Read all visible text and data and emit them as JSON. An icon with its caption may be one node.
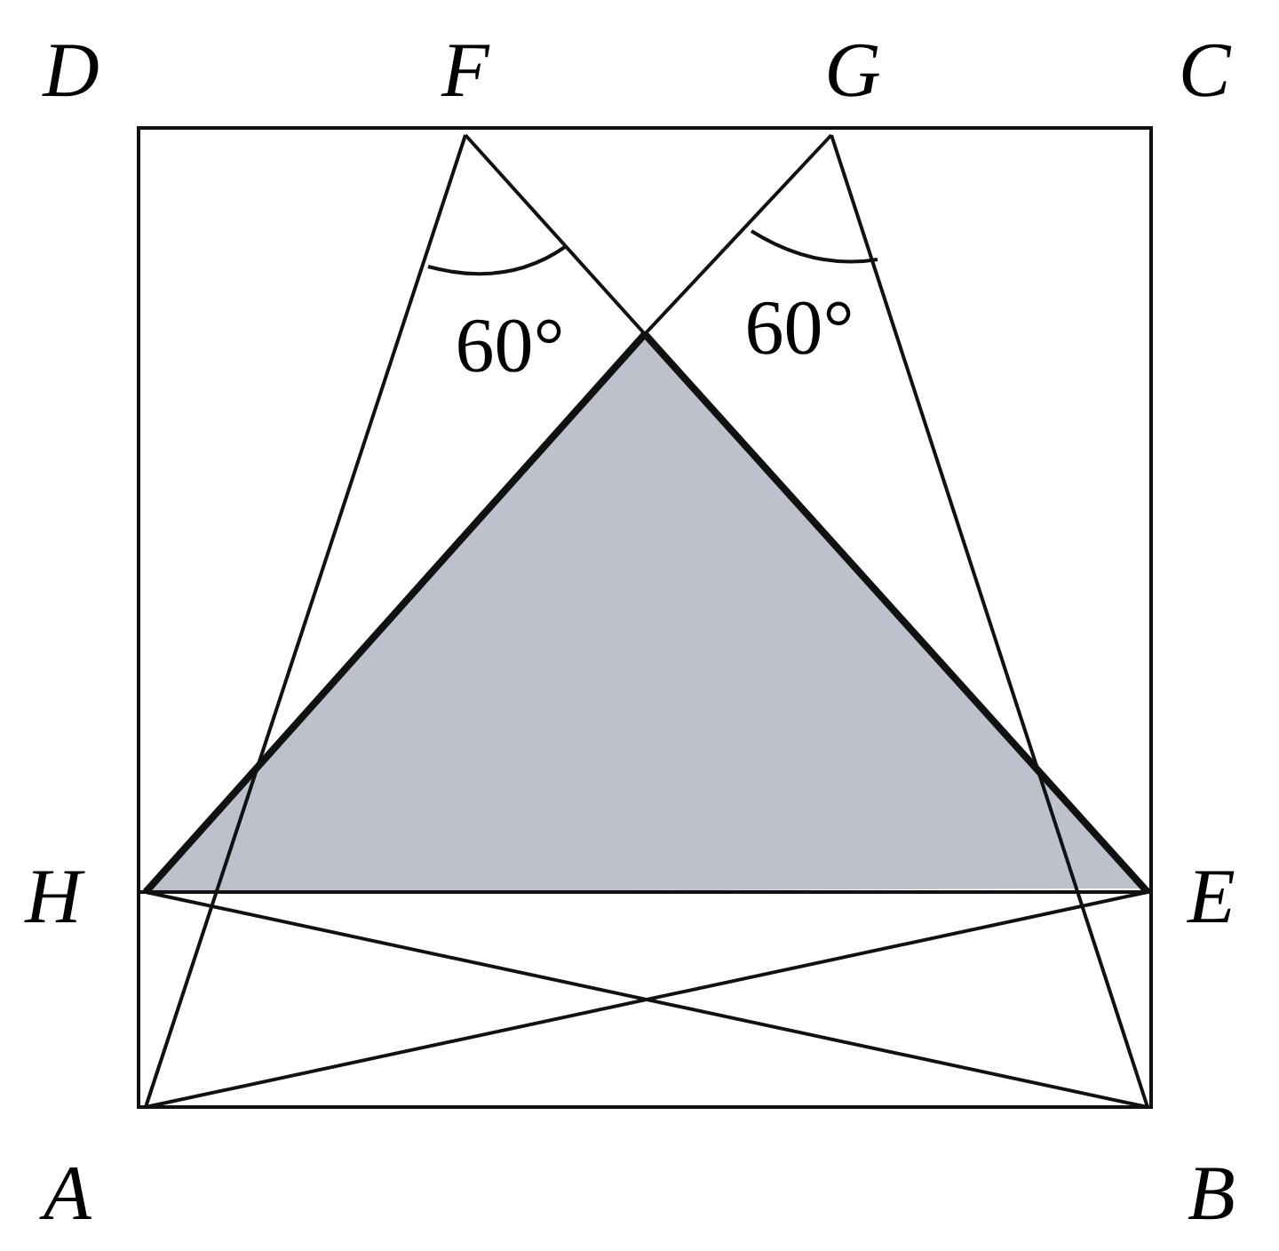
{
  "diagram": {
    "labels": [
      "D",
      "F",
      "G",
      "C",
      "60°",
      "60°",
      "H",
      "E",
      "A",
      "B"
    ]
  }
}
